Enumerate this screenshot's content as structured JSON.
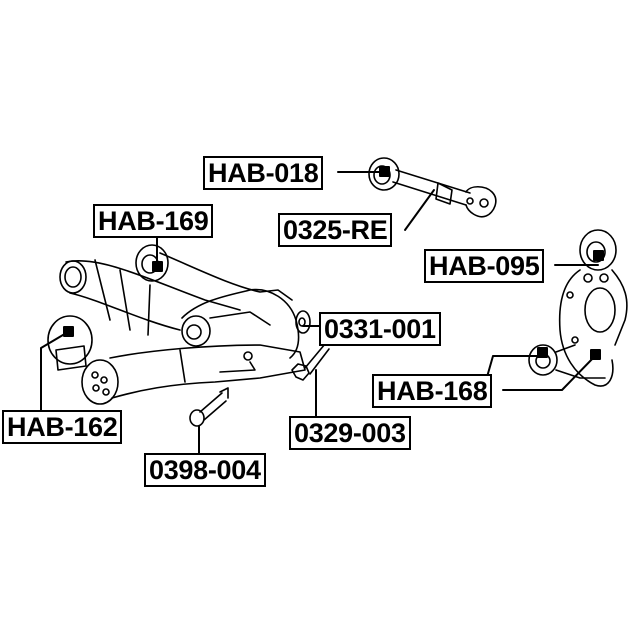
{
  "diagram": {
    "type": "exploded parts diagram - rear suspension",
    "colors": {
      "line": "#000000",
      "background": "#ffffff"
    },
    "labels": [
      {
        "id": "hab018",
        "text": "HAB-018"
      },
      {
        "id": "r0325",
        "text": "0325-RE"
      },
      {
        "id": "hab169",
        "text": "HAB-169"
      },
      {
        "id": "hab095",
        "text": "HAB-095"
      },
      {
        "id": "r0331",
        "text": "0331-001"
      },
      {
        "id": "hab168",
        "text": "HAB-168"
      },
      {
        "id": "hab162",
        "text": "HAB-162"
      },
      {
        "id": "r0329",
        "text": "0329-003"
      },
      {
        "id": "r0398",
        "text": "0398-004"
      }
    ]
  }
}
